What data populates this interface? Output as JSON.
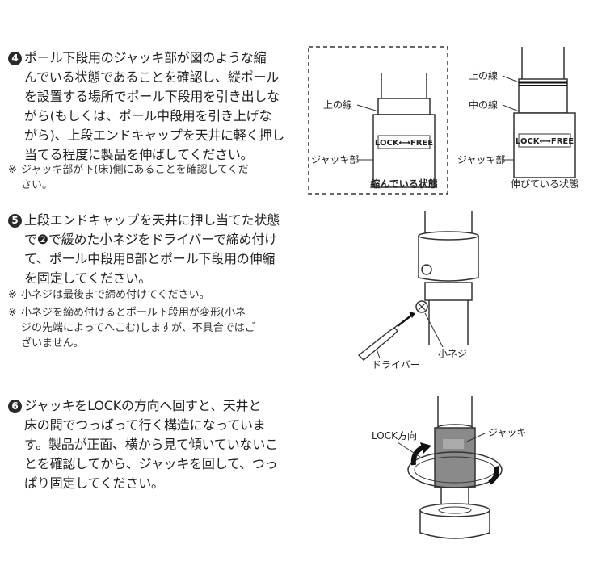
{
  "steps": [
    {
      "number": "4",
      "lines": [
        "ポール下段用のジャッキ部が図のような縮",
        "んでいる状態であることを確認し、縦ポール",
        "を設置する場所でポール下段用を引き出しな",
        "がら(もしくは、ポール中段用を引き上げな",
        "がら)、上段エンドキャップを天井に軽く押し",
        "当てる程度に製品を伸ばしてください。"
      ],
      "notes": [
        [
          "ジャッキ部が下(床)側にあることを確認してくだ",
          "さい。"
        ]
      ]
    },
    {
      "number": "5",
      "lines": [
        "上段エンドキャップを天井に押し当てた状態",
        "で❷で緩めた小ネジをドライバーで締め付け",
        "て、ポール中段用B部とポール下段用の伸縮",
        "を固定してください。"
      ],
      "notes": [
        [
          "小ネジは最後まで締め付けてください。"
        ],
        [
          "小ネジを締め付けるとポール下段用が変形(小ネ",
          "ジの先端によってへこむ)しますが、不具合ではご",
          "ざいません。"
        ]
      ]
    },
    {
      "number": "6",
      "lines": [
        "ジャッキをLOCKの方向へ回すと、天井と",
        "床の間でつっぱって行く構造になっていま",
        "す。製品が正面、横から見て傾いていないこ",
        "とを確認してから、ジャッキを回して、つっ",
        "ぱり固定してください。"
      ],
      "notes": []
    }
  ],
  "note_mark": "※",
  "figure1": {
    "left": {
      "upper_line_label": "上の線",
      "jack_label": "ジャッキ部",
      "lock_text": "LOCK⟷FREE",
      "caption": "縮んでいる状態"
    },
    "right": {
      "upper_line_label": "上の線",
      "middle_line_label": "中の線",
      "jack_label": "ジャッキ部",
      "lock_text": "LOCK⟷FREE",
      "caption": "伸びている状態"
    }
  },
  "figure2": {
    "driver_label": "ドライバー",
    "screw_label": "小ネジ"
  },
  "figure3": {
    "lock_direction_label": "LOCK方向",
    "jack_label": "ジャッキ"
  }
}
